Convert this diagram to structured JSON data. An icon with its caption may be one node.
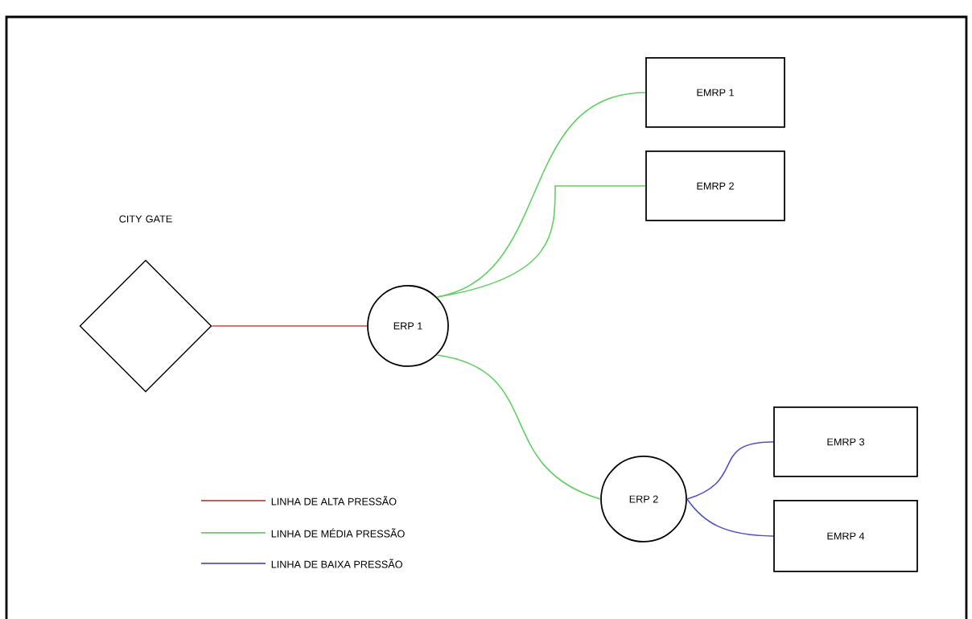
{
  "diagram": {
    "nodes": [
      {
        "text": [
          "CITY GATE"
        ]
      },
      {
        "text": [
          "ERP 1"
        ]
      },
      {
        "text": [
          "EMRP 1"
        ]
      },
      {
        "text": [
          "EMRP 2"
        ]
      },
      {
        "text": [
          "ERP 2"
        ]
      },
      {
        "text": [
          "EMRP 3"
        ]
      },
      {
        "text": [
          "EMRP 4"
        ]
      }
    ],
    "edges": [
      {
        "from": 0,
        "to": 1,
        "arrow": "none",
        "color": "#d04040"
      },
      {
        "from": 1,
        "to": 2,
        "arrow": "none",
        "color": "#60d060"
      },
      {
        "from": 1,
        "to": 3,
        "arrow": "none",
        "color": "#60d060"
      },
      {
        "from": 1,
        "to": 4,
        "arrow": "none",
        "color": "#60d060"
      },
      {
        "from": 4,
        "to": 5,
        "arrow": "none",
        "color": "#5050c8"
      },
      {
        "from": 4,
        "to": 6,
        "arrow": "none",
        "color": "#5050c8"
      }
    ],
    "legend": [
      {
        "text": "LINHA DE ALTA PRESSÃO"
      },
      {
        "text": "LINHA DE MÉDIA PRESSÃO"
      },
      {
        "text": "LINHA DE BAIXA PRESSÃO"
      }
    ]
  }
}
